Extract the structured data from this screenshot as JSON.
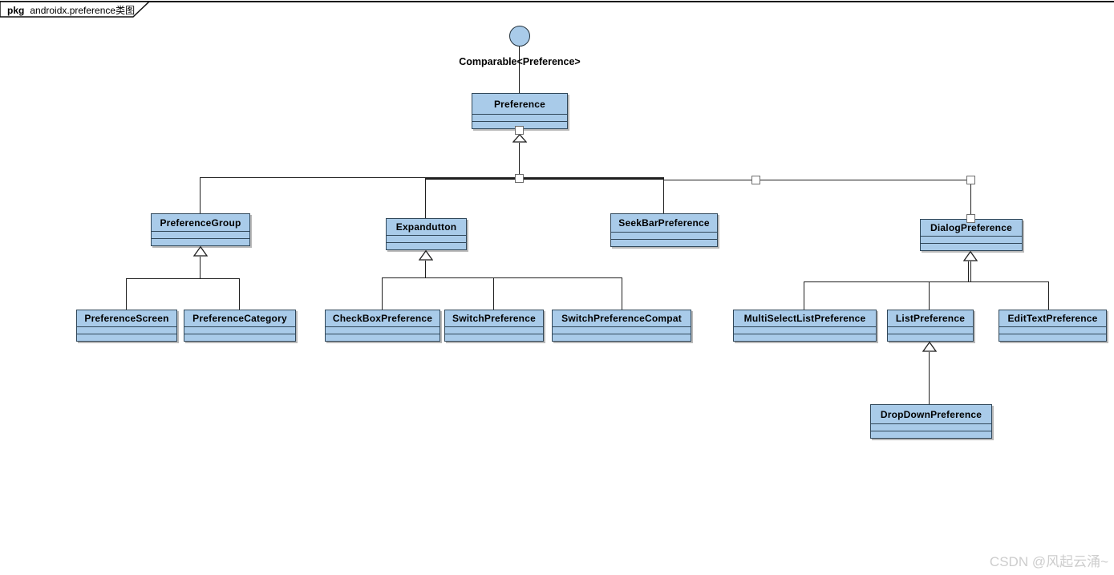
{
  "frame": {
    "keyword": "pkg",
    "title": "androidx.preference类图"
  },
  "diagram": {
    "interface_label": "Comparable<Preference>",
    "nodes": {
      "preference": {
        "label": "Preference"
      },
      "preference_group": {
        "label": "PreferenceGroup"
      },
      "expandutton": {
        "label": "Expandutton"
      },
      "seekbar": {
        "label": "SeekBarPreference"
      },
      "dialog": {
        "label": "DialogPreference"
      },
      "pref_screen": {
        "label": "PreferenceScreen"
      },
      "pref_category": {
        "label": "PreferenceCategory"
      },
      "checkbox": {
        "label": "CheckBoxPreference"
      },
      "switch": {
        "label": "SwitchPreference"
      },
      "switch_compat": {
        "label": "SwitchPreferenceCompat"
      },
      "multiselect": {
        "label": "MultiSelectListPreference"
      },
      "list": {
        "label": "ListPreference"
      },
      "edittext": {
        "label": "EditTextPreference"
      },
      "dropdown": {
        "label": "DropDownPreference"
      }
    },
    "relations": [
      {
        "child": "PreferenceGroup",
        "parent": "Preference",
        "type": "generalization"
      },
      {
        "child": "Expandutton",
        "parent": "Preference",
        "type": "generalization"
      },
      {
        "child": "SeekBarPreference",
        "parent": "Preference",
        "type": "generalization"
      },
      {
        "child": "DialogPreference",
        "parent": "Preference",
        "type": "generalization"
      },
      {
        "child": "PreferenceScreen",
        "parent": "PreferenceGroup",
        "type": "generalization"
      },
      {
        "child": "PreferenceCategory",
        "parent": "PreferenceGroup",
        "type": "generalization"
      },
      {
        "child": "CheckBoxPreference",
        "parent": "Expandutton",
        "type": "generalization"
      },
      {
        "child": "SwitchPreference",
        "parent": "Expandutton",
        "type": "generalization"
      },
      {
        "child": "SwitchPreferenceCompat",
        "parent": "Expandutton",
        "type": "generalization"
      },
      {
        "child": "MultiSelectListPreference",
        "parent": "DialogPreference",
        "type": "generalization"
      },
      {
        "child": "ListPreference",
        "parent": "DialogPreference",
        "type": "generalization"
      },
      {
        "child": "EditTextPreference",
        "parent": "DialogPreference",
        "type": "generalization"
      },
      {
        "child": "DropDownPreference",
        "parent": "ListPreference",
        "type": "generalization"
      },
      {
        "child": "Preference",
        "parent": "Comparable<Preference>",
        "type": "realization-lollipop"
      }
    ],
    "colors": {
      "node_fill": "#A9CBE9",
      "node_border": "#31485A",
      "connector": "#1F1F1F",
      "handle_fill": "#FFFFFF",
      "handle_border": "#6E6E6E",
      "watermark_text": "#CDCDCD"
    }
  },
  "watermark": "CSDN @风起云涌~"
}
